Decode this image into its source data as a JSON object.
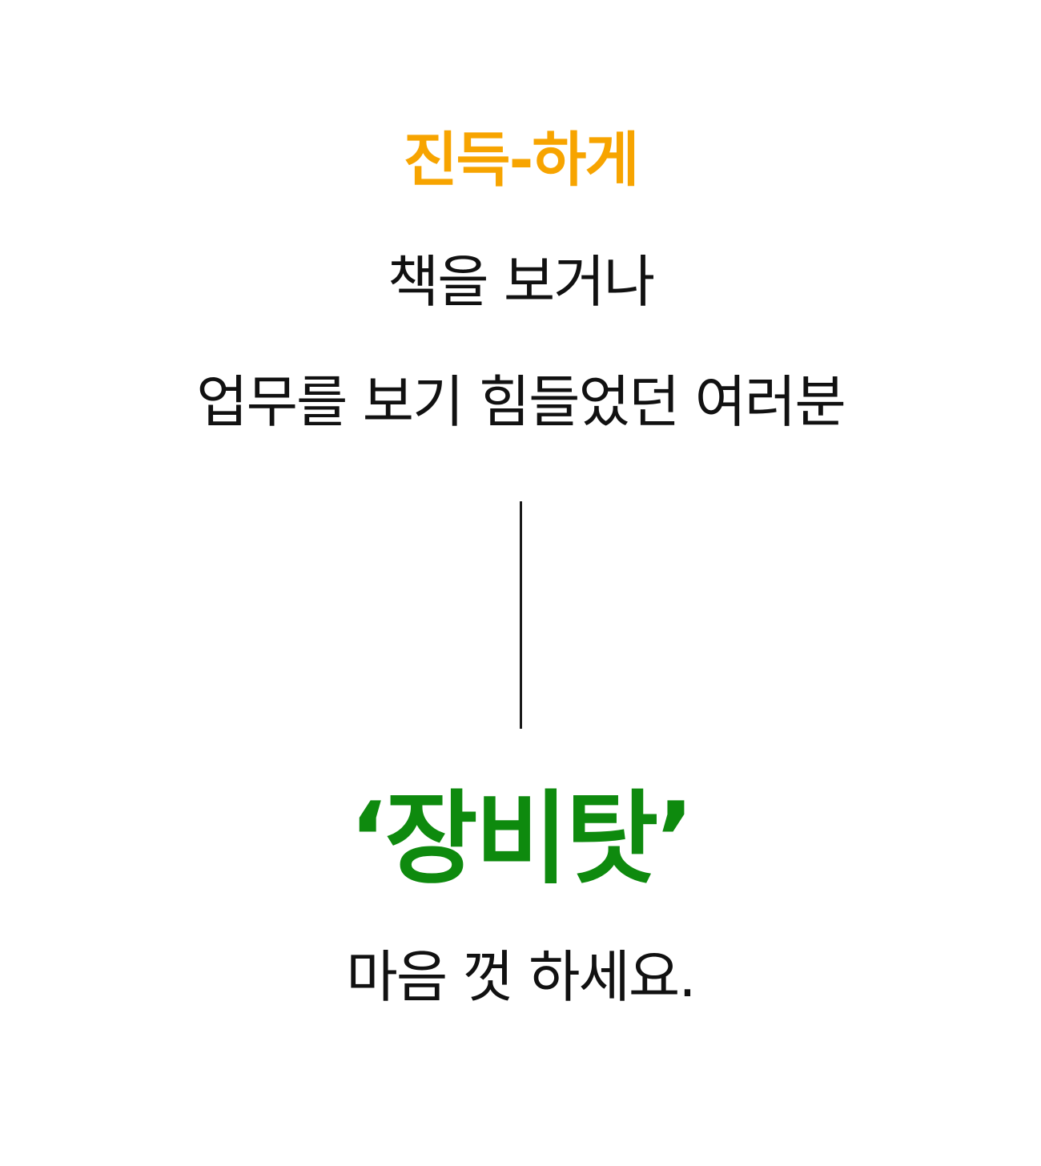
{
  "heading": {
    "text": "진득-하게",
    "color": "#F7A400"
  },
  "subtitle_lines": [
    "책을 보거나",
    "업무를 보기 힘들었던 여러분"
  ],
  "brand": {
    "text": "‘장비탓’",
    "color": "#0E8A0E"
  },
  "closing": "마음 껏 하세요."
}
